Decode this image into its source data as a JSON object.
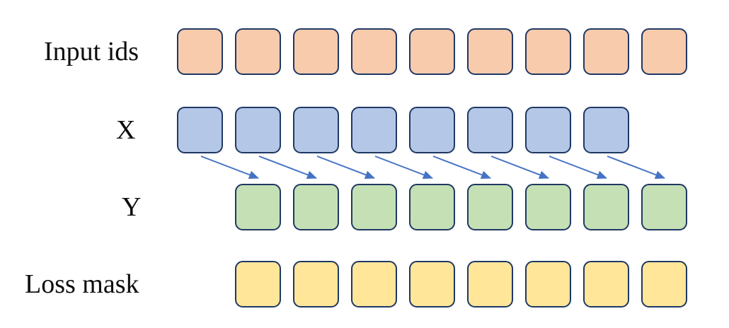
{
  "diagram": {
    "rows": [
      {
        "id": "input-ids",
        "label": "Input ids",
        "count": 9,
        "start_column": 0,
        "fill": "#F8CBAD"
      },
      {
        "id": "x",
        "label": "X",
        "count": 8,
        "start_column": 0,
        "fill": "#B4C7E7"
      },
      {
        "id": "y",
        "label": "Y",
        "count": 8,
        "start_column": 1,
        "fill": "#C5E0B4"
      },
      {
        "id": "loss-mask",
        "label": "Loss mask",
        "count": 8,
        "start_column": 1,
        "fill": "#FFE699"
      }
    ],
    "square": {
      "border_color": "#1F3864"
    },
    "arrows": {
      "count": 8,
      "color": "#4472C4"
    },
    "label_color": "#0d0d0d"
  }
}
